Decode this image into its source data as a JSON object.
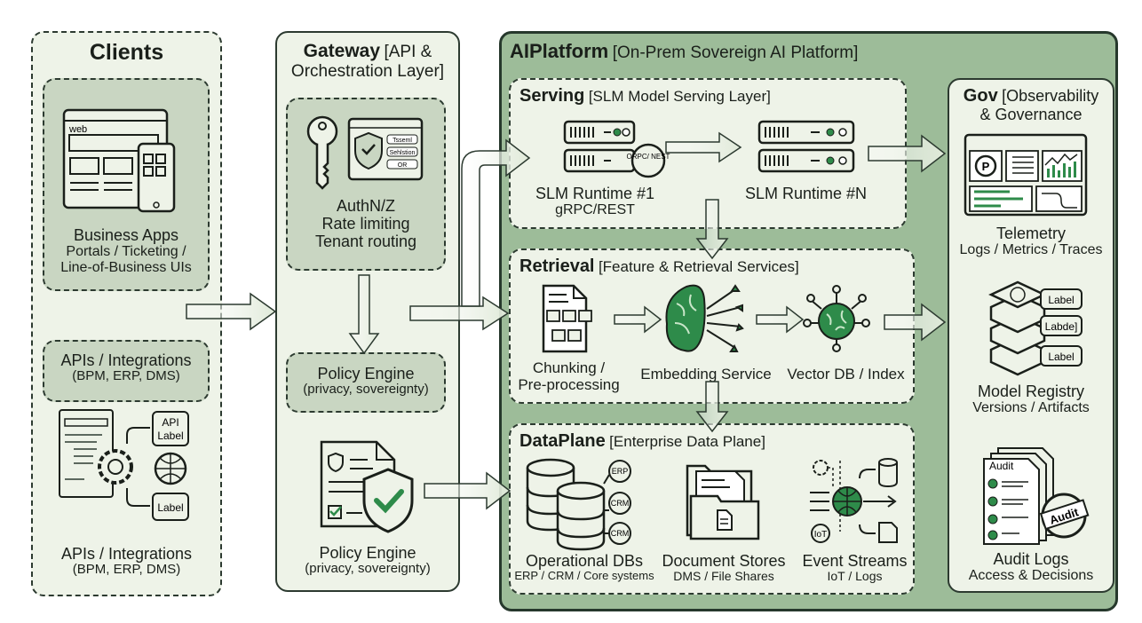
{
  "colors": {
    "panel_light": "#eef3e8",
    "panel_mid": "#c9d6c2",
    "platform": "#9dbc99",
    "accent": "#2e8b4a",
    "outline": "#2c3a30"
  },
  "clients": {
    "title": "Clients",
    "business_apps": {
      "icon": "web-and-mobile-app-icon",
      "icon_text": "web",
      "title": "Business Apps",
      "line2": "Portals / Ticketing /",
      "line3": "Line-of-Business UIs"
    },
    "apis_box": {
      "title": "APIs / Integrations",
      "subtitle": "(BPM, ERP, DMS)"
    },
    "apis_icon": {
      "icon": "api-integration-gear-icon",
      "api_label": "API",
      "api_label2": "Label",
      "label": "Label"
    },
    "apis": {
      "title": "APIs / Integrations",
      "subtitle": "(BPM, ERP, DMS)"
    }
  },
  "gateway": {
    "title_bold": "Gateway",
    "title_rest": "[API &",
    "title_line2": "Orchestration Layer]",
    "auth": {
      "icon": "key-and-shield-login-icon",
      "form_items": [
        "Tsseml",
        "Sehlstion",
        "OR"
      ],
      "line1": "AuthN/Z",
      "line2": "Rate limiting",
      "line3": "Tenant routing"
    },
    "policy_box": {
      "title": "Policy Engine",
      "subtitle": "(privacy, sovereignty)"
    },
    "policy": {
      "icon": "policy-document-shield-icon",
      "title": "Policy Engine",
      "subtitle": "(privacy, sovereignty)"
    }
  },
  "platform": {
    "title_bold": "AIPlatform",
    "title_rest": "[On-Prem Sovereign AI Platform]",
    "serving": {
      "title_bold": "Serving",
      "title_rest": "[SLM Model Serving Layer]",
      "runtime1": {
        "icon": "server-icon",
        "badge": "ORPC/ NEST",
        "title": "SLM Runtime #1",
        "subtitle": "gRPC/REST"
      },
      "runtimeN": {
        "icon": "server-icon",
        "title": "SLM Runtime #N"
      }
    },
    "retrieval": {
      "title_bold": "Retrieval",
      "title_rest": "[Feature & Retrieval Services]",
      "chunking": {
        "icon": "document-chunks-icon",
        "line1": "Chunking /",
        "line2": "Pre-processing"
      },
      "embedding": {
        "icon": "brain-vectors-icon",
        "title": "Embedding Service"
      },
      "vectordb": {
        "icon": "brain-network-icon",
        "title": "Vector DB / Index"
      }
    },
    "dataplane": {
      "title_bold": "DataPlane",
      "title_rest": "[Enterprise Data Plane]",
      "opdbs": {
        "icon": "database-icon",
        "badges": [
          "ERP",
          "CRM",
          "CRM"
        ],
        "title": "Operational DBs",
        "subtitle": "ERP / CRM / Core systems"
      },
      "docs": {
        "icon": "folder-documents-icon",
        "title": "Document Stores",
        "subtitle": "DMS / File Shares"
      },
      "events": {
        "icon": "event-stream-globe-icon",
        "badge": "IoT",
        "title": "Event Streams",
        "subtitle": "IoT / Logs"
      }
    },
    "gov": {
      "title_bold": "Gov",
      "title_rest": "[Observability",
      "title_line2": "& Governance",
      "telemetry": {
        "icon": "dashboard-icon",
        "title": "Telemetry",
        "subtitle": "Logs / Metrics / Traces"
      },
      "registry": {
        "icon": "model-stack-icon",
        "labels": [
          "Label",
          "Labde]",
          "Label"
        ],
        "title": "Model Registry",
        "subtitle": "Versions / Artifacts"
      },
      "audit": {
        "icon": "audit-checklist-icon",
        "doc_label": "Audit",
        "stamp": "Audit",
        "title": "Audit Logs",
        "subtitle": "Access & Decisions"
      }
    }
  }
}
